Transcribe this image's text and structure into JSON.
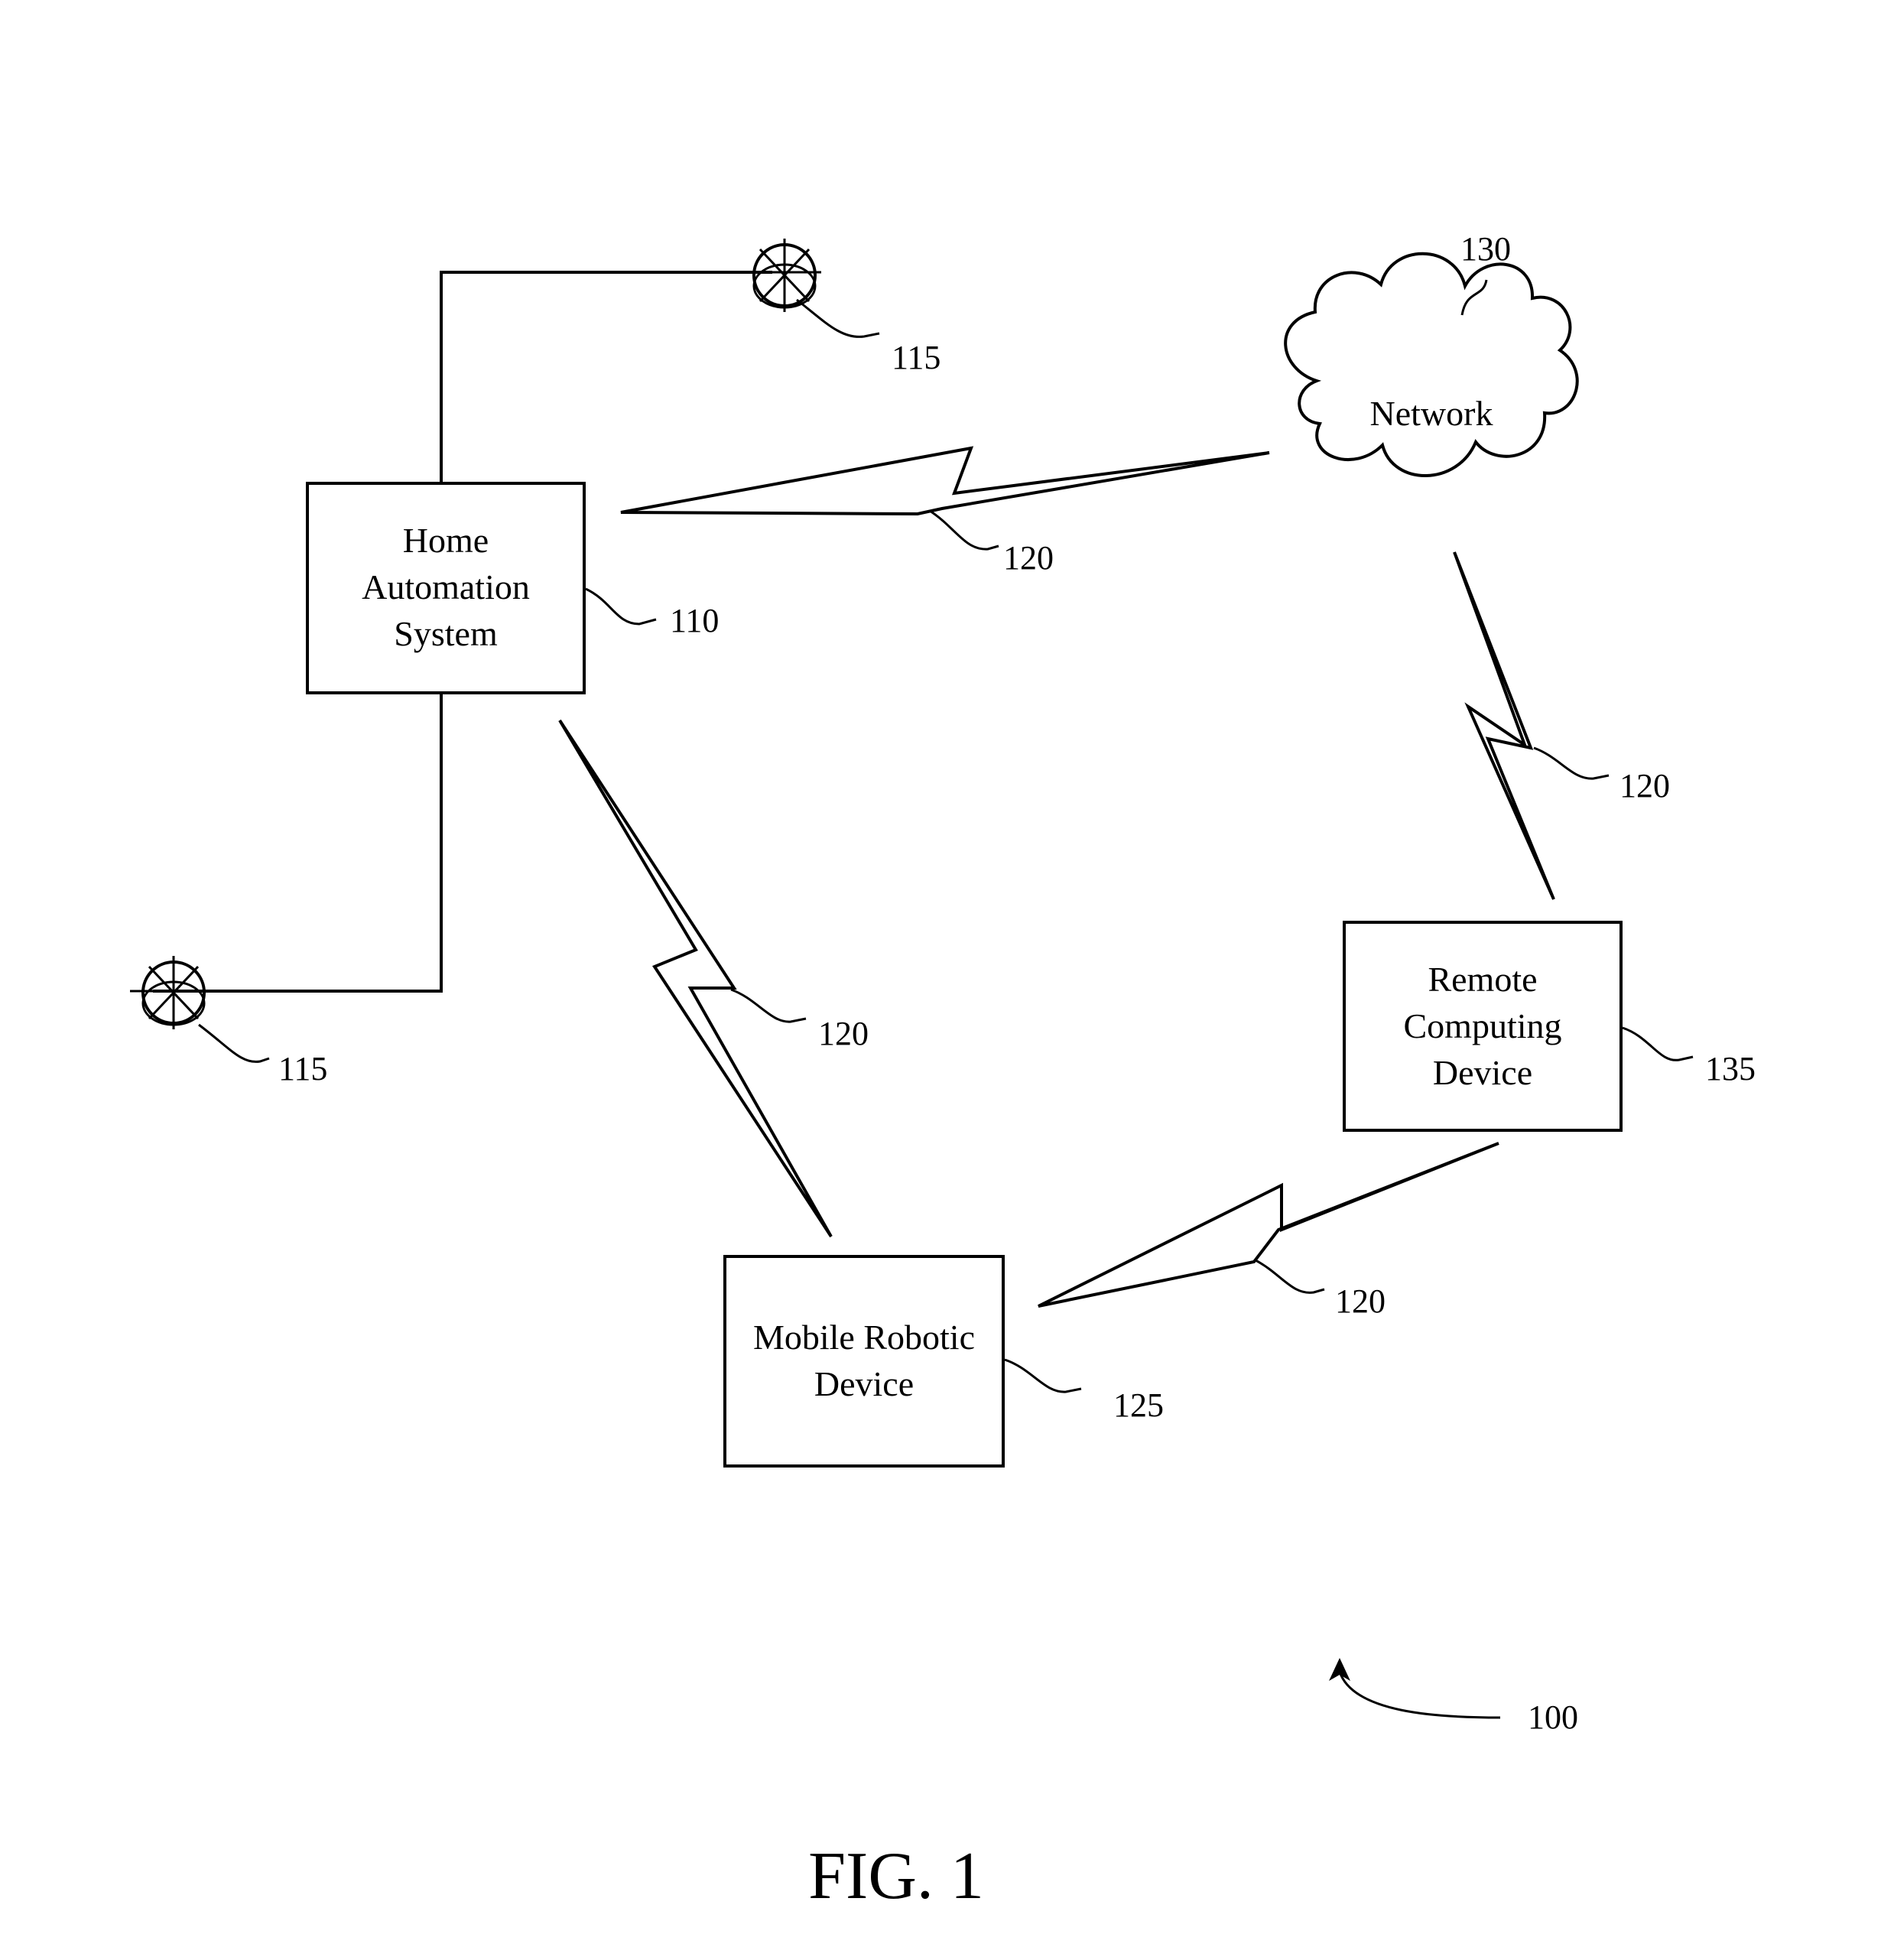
{
  "figure": {
    "caption": "FIG. 1",
    "reference": "100"
  },
  "nodes": {
    "home_automation": {
      "lines": [
        "Home",
        "Automation",
        "System"
      ],
      "ref": "110"
    },
    "network": {
      "label": "Network",
      "ref": "130"
    },
    "remote_computing": {
      "lines": [
        "Remote",
        "Computing",
        "Device"
      ],
      "ref": "135"
    },
    "mobile_robotic": {
      "lines": [
        "Mobile Robotic",
        "Device"
      ],
      "ref": "125"
    }
  },
  "sensors": {
    "top": {
      "ref": "115"
    },
    "bottom": {
      "ref": "115"
    }
  },
  "wireless_links": {
    "home_to_network": {
      "ref": "120"
    },
    "network_to_remote": {
      "ref": "120"
    },
    "home_to_mobile": {
      "ref": "120"
    },
    "remote_to_mobile": {
      "ref": "120"
    }
  },
  "colors": {
    "line": "#000000",
    "background": "#ffffff"
  }
}
